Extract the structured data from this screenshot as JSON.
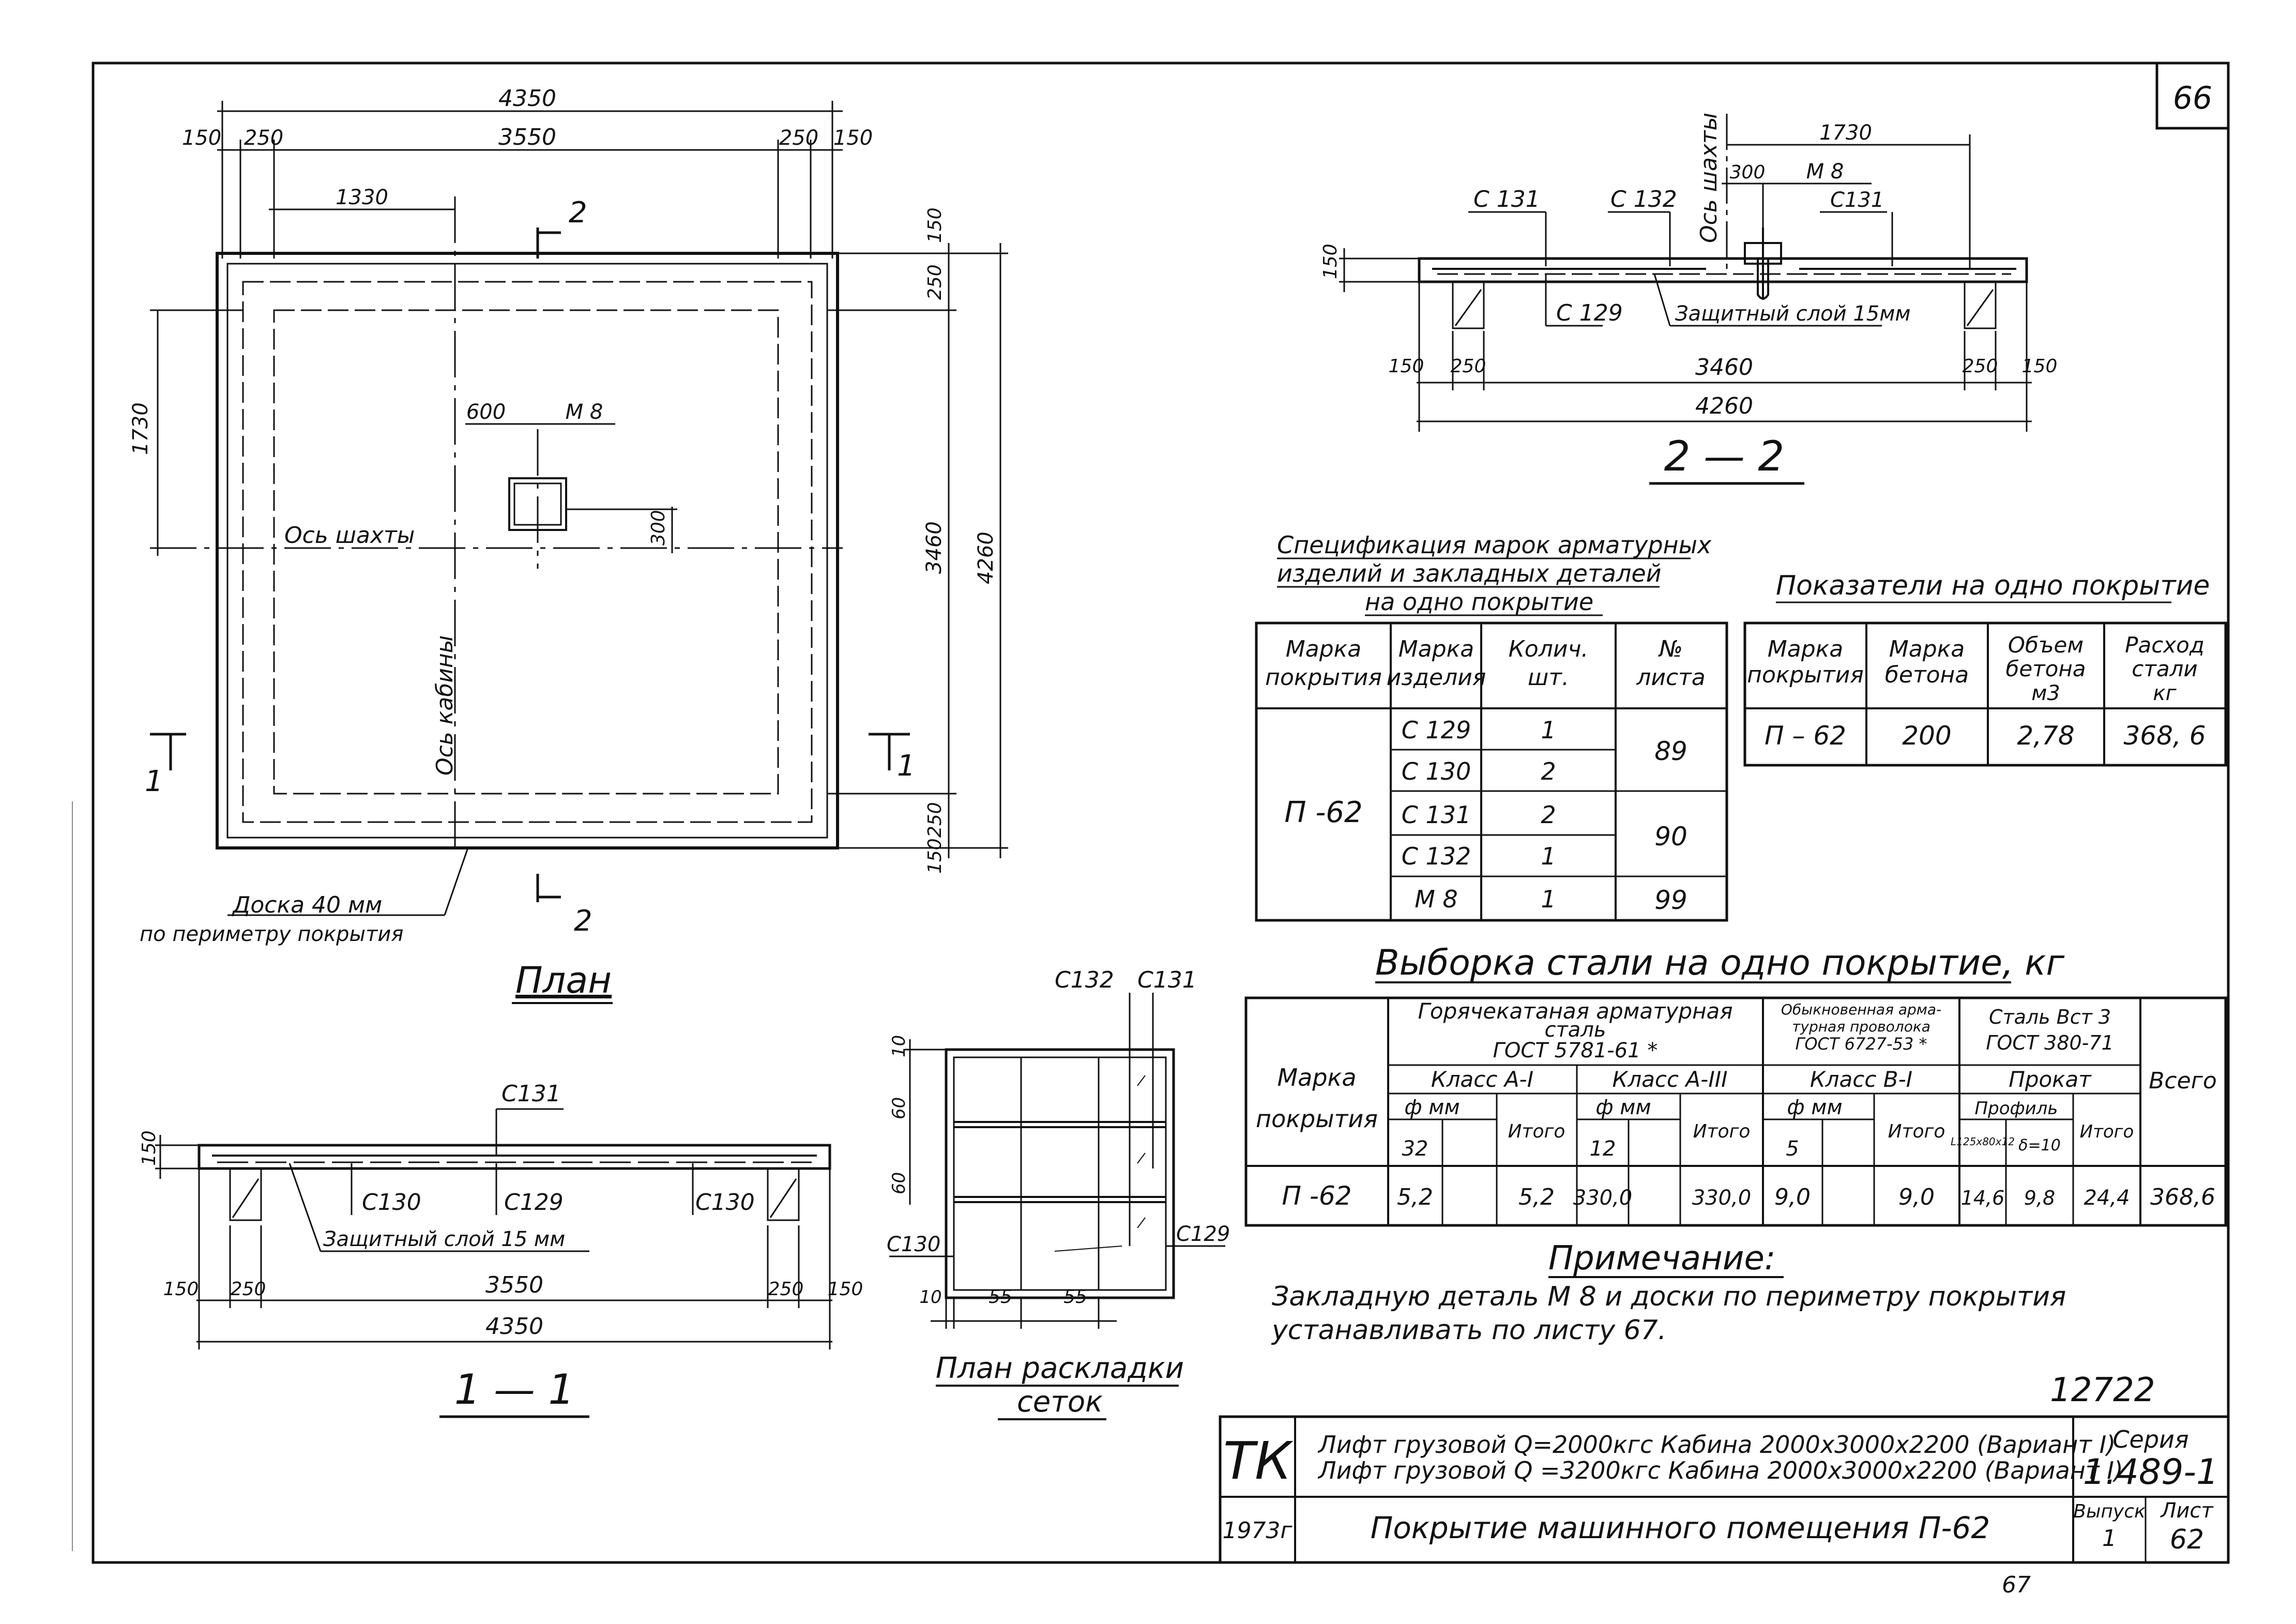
{
  "sheet": {
    "corner_number": "66",
    "handwritten_number": "12722",
    "bottom_page_number": "67"
  },
  "plan": {
    "title": "План",
    "dim_total": "4350",
    "dim_left_150": "150",
    "dim_left_250": "250",
    "dim_inner": "3550",
    "dim_right_250": "250",
    "dim_right_150": "150",
    "dim_1330": "1330",
    "dim_1730": "1730",
    "dim_600": "600",
    "dim_300": "300",
    "m8": "М 8",
    "right_150_top": "150",
    "right_250_top": "250",
    "right_3460": "3460",
    "right_4260": "4260",
    "right_250_bot": "250",
    "right_150_bot": "150",
    "axis_shaft": "Ось шахты",
    "axis_cabin": "Ось кабины",
    "section2_label": "2",
    "section1_label": "1",
    "board_note_line1": "Доска 40 мм",
    "board_note_line2": "по периметру покрытия"
  },
  "section22": {
    "title": "2 — 2",
    "c131_left": "С 131",
    "c132": "С 132",
    "axis_shaft": "Ось шахты",
    "dim_1730": "1730",
    "dim_300": "300",
    "m8": "М 8",
    "c131_right": "С131",
    "dim_150_h": "150",
    "c129": "С 129",
    "protective": "Защитный слой 15мм",
    "d150l": "150",
    "d250l": "250",
    "d3460": "3460",
    "d250r": "250",
    "d150r": "150",
    "d4260": "4260"
  },
  "section11": {
    "title": "1 — 1",
    "c131": "С131",
    "dim_150_h": "150",
    "c130_left": "С130",
    "c129": "С129",
    "c130_right": "С130",
    "protective": "Защитный слой 15 мм",
    "d150l": "150",
    "d250l": "250",
    "d3550": "3550",
    "d250r": "250",
    "d150r": "150",
    "d4350": "4350"
  },
  "mesh_plan": {
    "title_line1": "План раскладки",
    "title_line2": "сеток",
    "c132": "С132",
    "c131": "С131",
    "d10_top": "10",
    "d60_a": "60",
    "d60_b": "60",
    "c130": "С130",
    "c129": "С129",
    "d10_bot": "10",
    "d55_a": "55",
    "d55_b": "55"
  },
  "spec": {
    "title_line1": "Спецификация марок арматурных",
    "title_line2": "изделий и закладных деталей",
    "title_line3": "на одно покрытие",
    "headers": [
      "Марка покрытия",
      "Марка изделия",
      "Колич. шт.",
      "№ листа"
    ],
    "cover_mark": "П -62",
    "rows": [
      {
        "item": "С 129",
        "qty": "1"
      },
      {
        "item": "С 130",
        "qty": "2"
      },
      {
        "item": "С 131",
        "qty": "2"
      },
      {
        "item": "С 132",
        "qty": "1"
      },
      {
        "item": "М   8",
        "qty": "1"
      }
    ],
    "sheet_89": "89",
    "sheet_90": "90",
    "sheet_99": "99"
  },
  "indicators": {
    "title": "Показатели на одно покрытие",
    "headers": [
      "Марка покрытия",
      "Марка бетона",
      "Объем бетона м3",
      "Расход стали кг"
    ],
    "row": [
      "П – 62",
      "200",
      "2,78",
      "368, 6"
    ]
  },
  "steel": {
    "title": "Выборка стали на одно покрытие, кг",
    "h_mark": "Марка покрытия",
    "h_hot_line1": "Горячекатаная арматурная",
    "h_hot_line2": "сталь",
    "h_hot_line3": "ГОСТ 5781-61 *",
    "h_wire_line1": "Обыкновенная арма-",
    "h_wire_line2": "турная проволока",
    "h_wire_line3": "ГОСТ 6727-53 *",
    "h_st_line1": "Сталь Вст 3",
    "h_st_line2": "ГОСТ 380-71",
    "h_total": "Всего",
    "class_a1": "Класс А-I",
    "class_a3": "Класс А-III",
    "class_b1": "Класс В-I",
    "rolled": "Прокат",
    "phi_mm_1": "ф мм",
    "phi_mm_2": "ф мм",
    "phi_mm_3": "ф мм",
    "profile": "Профиль",
    "d32": "32",
    "itogo_1": "Итого",
    "d12": "12",
    "itogo_2": "Итого",
    "d5": "5",
    "itogo_3": "Итого",
    "prof_l": "L125x80x12",
    "prof_d": "δ=10",
    "itogo_4": "Итого",
    "row": [
      "П -62",
      "5,2",
      "5,2",
      "330,0",
      "330,0",
      "9,0",
      "9,0",
      "14,6",
      "9,8",
      "24,4",
      "368,6"
    ]
  },
  "note": {
    "title": "Примечание:",
    "line1": "Закладную деталь М 8 и доски по периметру покрытия",
    "line2": "устанавливать по листу 67."
  },
  "stamp": {
    "org": "ТК",
    "line1": "Лифт грузовой Q=2000кгс Кабина 2000x3000x2200 (Вариант I)",
    "line2": "Лифт грузовой Q =3200кгс Кабина 2000x3000x2200 (Вариант I)",
    "series_label": "Серия",
    "series_value": "1.489-1",
    "year": "1973г",
    "sheet_title": "Покрытие машинного помещения П-62",
    "issue_label": "Выпуск",
    "issue_value": "1",
    "list_label": "Лист",
    "list_value": "62"
  }
}
